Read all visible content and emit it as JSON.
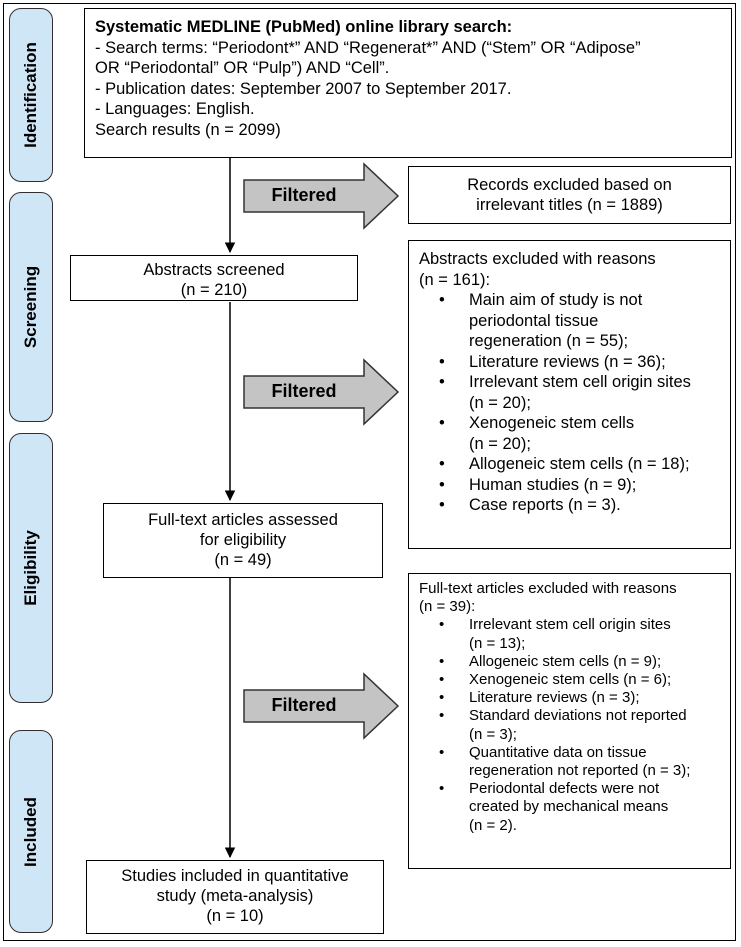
{
  "stages": [
    "Identification",
    "Screening",
    "Eligibility",
    "Included"
  ],
  "search_box": {
    "title": "Systematic MEDLINE (PubMed) online library search:",
    "lines": [
      "- Search terms: “Periodont*” AND “Regenerat*” AND (“Stem” OR “Adipose”",
      "OR “Periodontal” OR “Pulp”) AND “Cell”.",
      "- Publication dates: September 2007 to September 2017.",
      "- Languages: English.",
      "Search results (n = 2099)"
    ]
  },
  "filter_label": "Filtered",
  "excluded_titles": [
    "Records excluded based on",
    "irrelevant titles (n = 1889)"
  ],
  "abstracts_screened": [
    "Abstracts screened",
    "(n = 210)"
  ],
  "abstracts_excluded": {
    "header": [
      "Abstracts excluded with reasons",
      "(n = 161):"
    ],
    "items": [
      [
        "Main aim of study is not",
        "periodontal tissue",
        "regeneration (n = 55);"
      ],
      [
        "Literature reviews (n = 36);"
      ],
      [
        "Irrelevant stem cell origin sites",
        "(n = 20);"
      ],
      [
        "Xenogeneic stem cells",
        "(n = 20);"
      ],
      [
        "Allogeneic stem cells (n = 18);"
      ],
      [
        "Human studies (n = 9);"
      ],
      [
        "Case reports (n = 3)."
      ]
    ]
  },
  "fulltext_assessed": [
    "Full-text articles assessed",
    "for eligibility",
    "(n = 49)"
  ],
  "fulltext_excluded": {
    "header": [
      "Full-text articles excluded with reasons",
      "(n = 39):"
    ],
    "items": [
      [
        "Irrelevant stem cell origin sites",
        "(n = 13);"
      ],
      [
        "Allogeneic stem cells (n = 9);"
      ],
      [
        "Xenogeneic stem cells (n = 6);"
      ],
      [
        "Literature reviews (n = 3);"
      ],
      [
        "Standard deviations not reported",
        "(n = 3);"
      ],
      [
        "Quantitative data on tissue",
        "regeneration not reported (n = 3);"
      ],
      [
        "Periodontal defects were not",
        "created by mechanical means",
        "(n = 2)."
      ]
    ]
  },
  "included": [
    "Studies included in quantitative",
    "study (meta-analysis)",
    "(n = 10)"
  ]
}
